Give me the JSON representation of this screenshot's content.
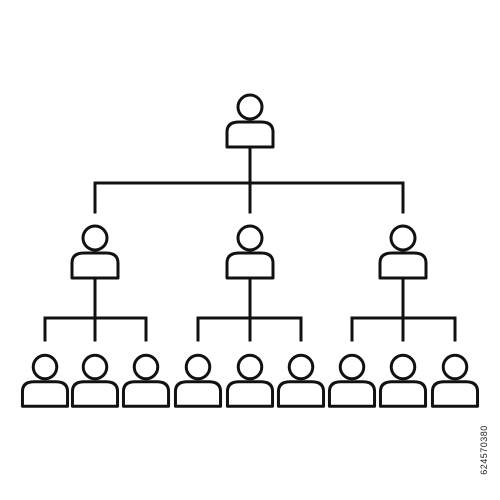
{
  "diagram": {
    "type": "org-chart",
    "levels": [
      1,
      3,
      9
    ],
    "line_color": "#111111",
    "background": "#ffffff"
  },
  "stock_id": "624570380"
}
